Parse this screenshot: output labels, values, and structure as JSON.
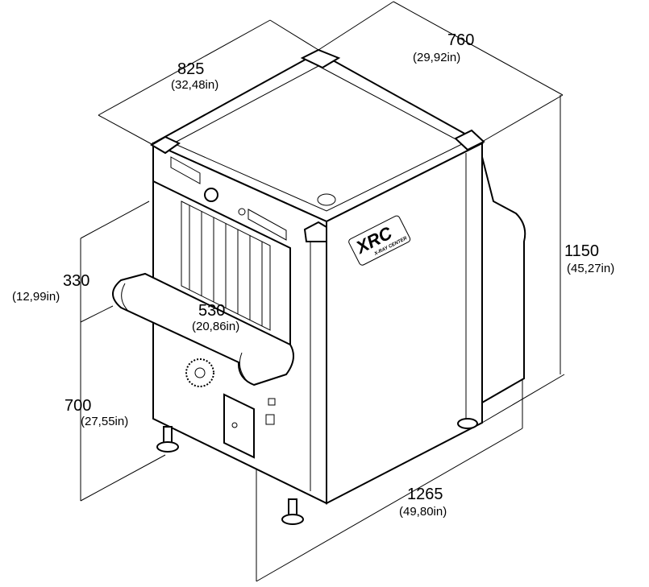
{
  "dimensions": {
    "depth": {
      "mm": "825",
      "in": "(32,48in)"
    },
    "width": {
      "mm": "760",
      "in": "(29,92in)"
    },
    "height": {
      "mm": "1150",
      "in": "(45,27in)"
    },
    "tunnel_height": {
      "mm": "330",
      "in": "(12,99in)"
    },
    "tunnel_width": {
      "mm": "530",
      "in": "(20,86in)"
    },
    "conveyor_height": {
      "mm": "700",
      "in": "(27,55in)"
    },
    "total_length": {
      "mm": "1265",
      "in": "(49,80in)"
    }
  },
  "logo": {
    "main": "XRC",
    "sub": "X-RAY CENTER"
  }
}
